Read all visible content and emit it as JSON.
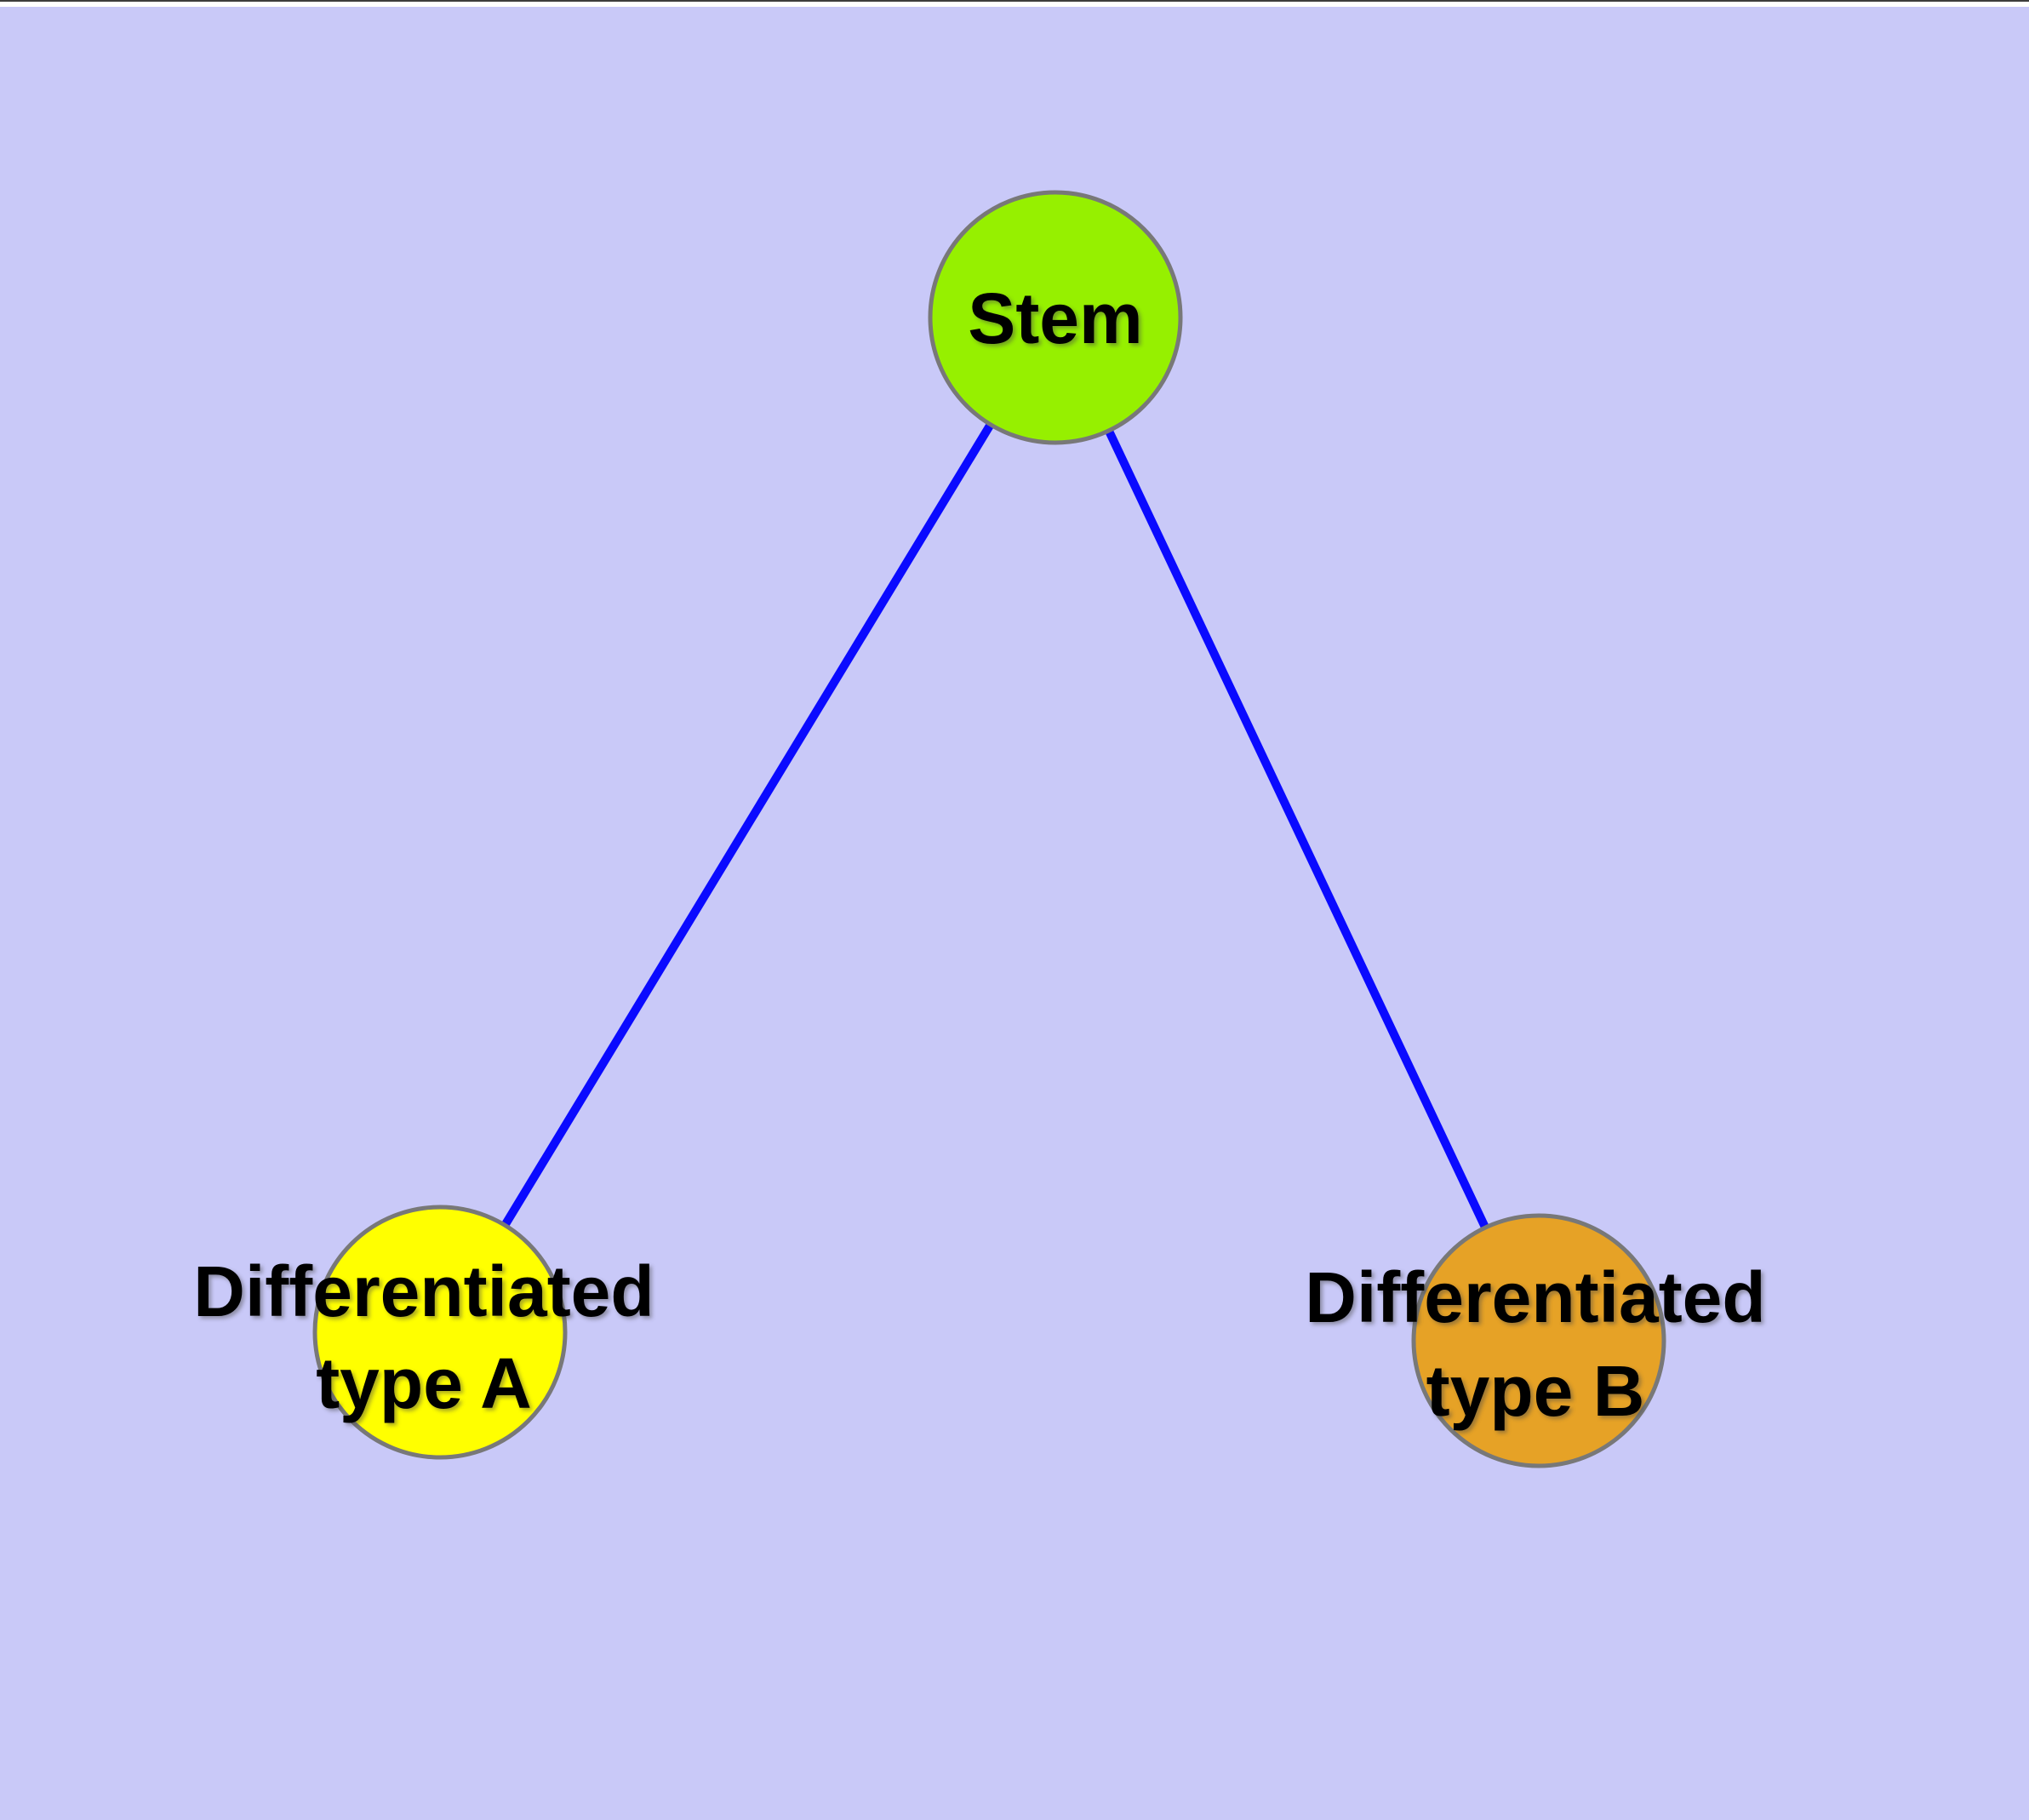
{
  "diagram": {
    "type": "node-link-graph",
    "colors": {
      "background": "#C9C9F8",
      "edge": "#0A0AFF",
      "node_border": "#787878",
      "label": "#000000"
    },
    "nodes": [
      {
        "id": "stem",
        "fill": "#96F000",
        "label": "Stem",
        "label_lines": [
          "Stem"
        ]
      },
      {
        "id": "type-a",
        "fill": "#FFFF00",
        "label": "Differentiated type A",
        "label_lines": [
          "Differentiated",
          "type A"
        ]
      },
      {
        "id": "type-b",
        "fill": "#E6A226",
        "label": "Differentiated type B",
        "label_lines": [
          "Differentiated",
          "type B"
        ]
      }
    ],
    "edges": [
      {
        "from": "stem",
        "to": "type-a"
      },
      {
        "from": "stem",
        "to": "type-b"
      }
    ]
  }
}
